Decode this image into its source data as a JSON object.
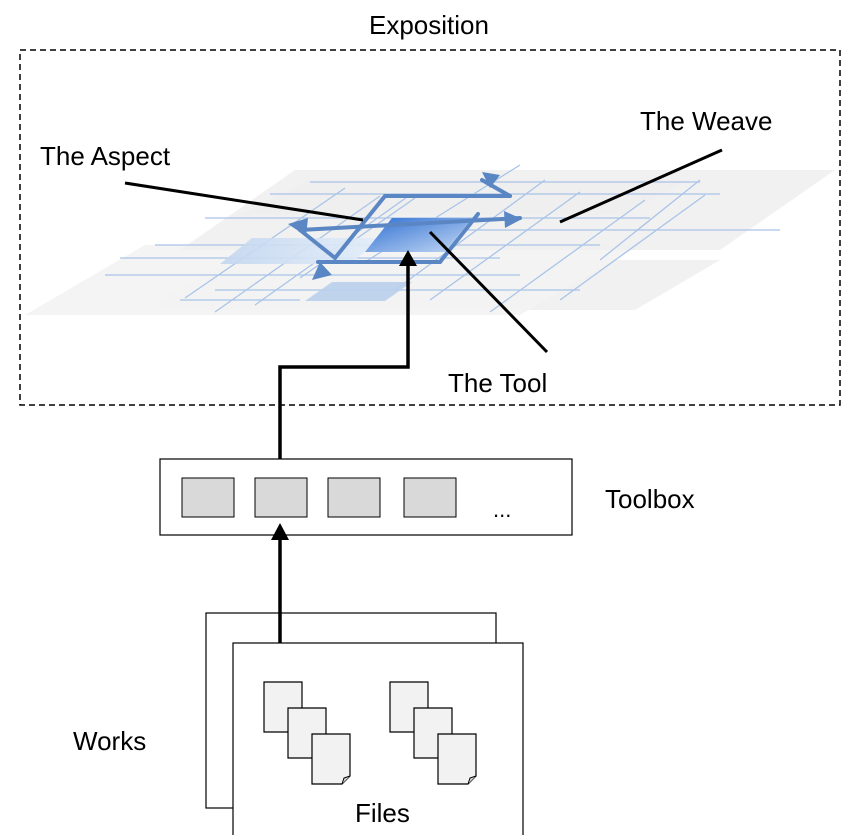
{
  "labels": {
    "exposition": "Exposition",
    "aspect": "The Aspect",
    "weave": "The Weave",
    "tool": "The Tool",
    "toolbox": "Toolbox",
    "ellipsis": "...",
    "works": "Works",
    "files": "Files"
  },
  "colors": {
    "line": "#000000",
    "frame_dash": "#000000",
    "tool_blue": "#4a86d8",
    "arrow_blue": "#5b86c4",
    "plane_grey": "#efefef",
    "toolbox_slot": "#d9d9d9",
    "document_fill": "#f2f2f2"
  },
  "icons": {
    "toolbox_slots": [
      "tool-slot-icon",
      "tool-slot-icon",
      "tool-slot-icon",
      "tool-slot-icon"
    ],
    "document": "document-stack-icon"
  }
}
